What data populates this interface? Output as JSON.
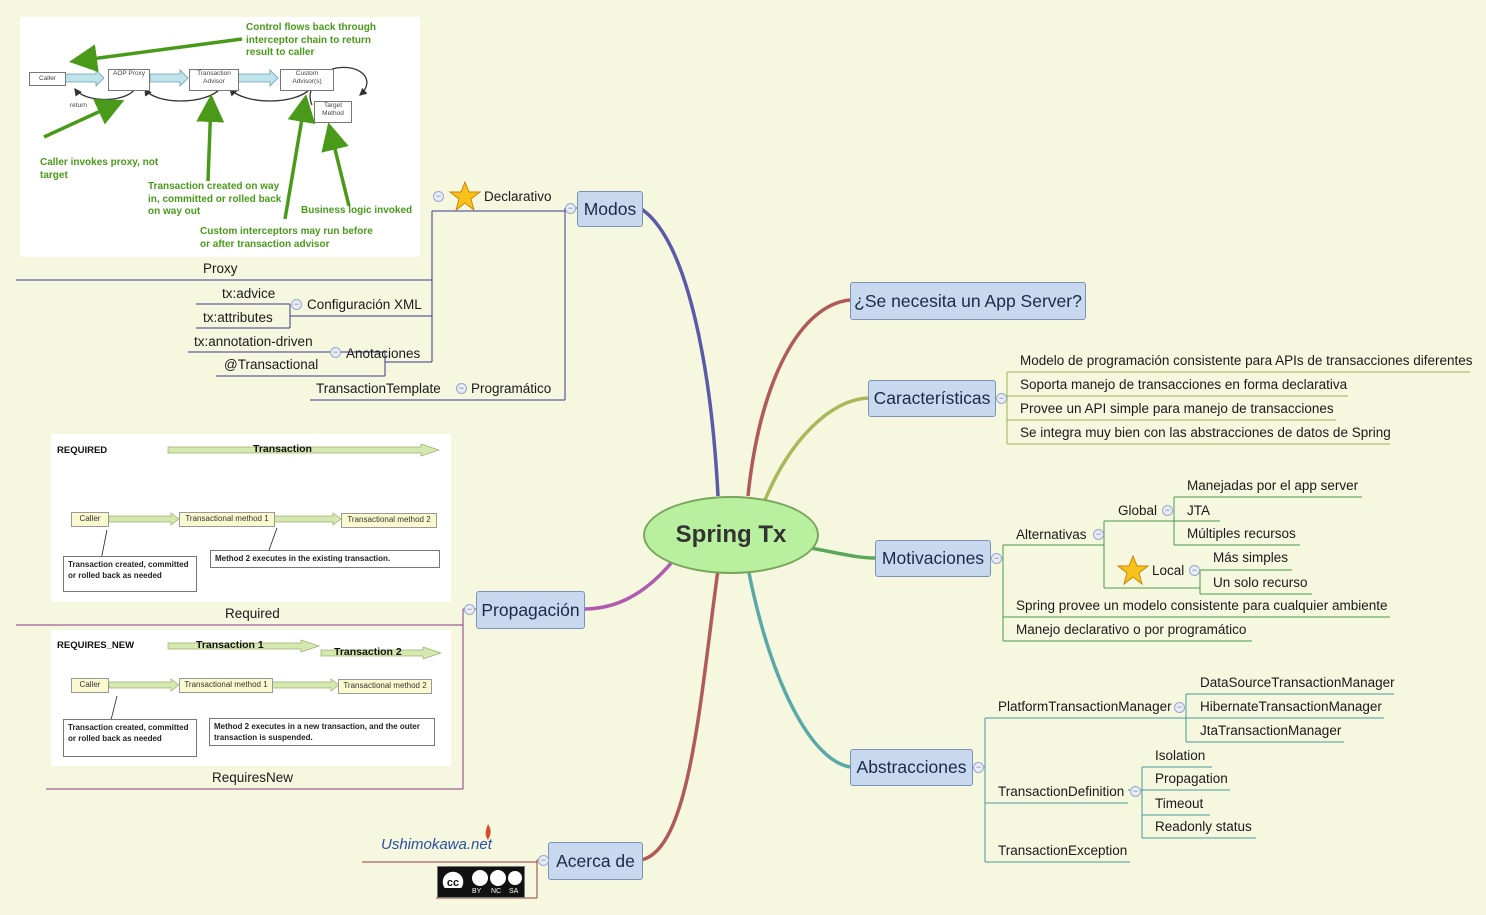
{
  "central": "Spring Tx",
  "colors": {
    "background": "#f5f7df",
    "node_fill": "#c8d8ee",
    "node_border": "#7e92b8",
    "central_fill": "#b8f0a0",
    "annotation_green": "#4a9a1a"
  },
  "modos": {
    "label": "Modos",
    "declarativo": {
      "label": "Declarativo",
      "icon": "star-icon",
      "proxy": {
        "label": "Proxy",
        "diagram": {
          "boxes": {
            "caller": "Caller",
            "aop_proxy": "AOP Proxy",
            "tx_advisor": "Transaction Advisor",
            "custom_advisor": "Custom Advisor(s)",
            "target_method": "Target Method"
          },
          "return_label": "return",
          "annotations": {
            "control_flows": "Control flows back through interceptor chain to return result to caller",
            "caller_invokes": "Caller invokes proxy, not target",
            "tx_created": "Transaction created on way in, committed or rolled back on way out",
            "business_logic": "Business logic invoked",
            "custom_interceptors": "Custom interceptors may run before or after transaction advisor"
          }
        }
      },
      "config_xml": {
        "label": "Configuración XML",
        "children": [
          "tx:advice",
          "tx:attributes"
        ]
      },
      "anotaciones": {
        "label": "Anotaciones",
        "children": [
          "tx:annotation-driven",
          "@Transactional"
        ]
      }
    },
    "programatico": {
      "label": "Programático",
      "children": [
        "TransactionTemplate"
      ]
    }
  },
  "propagacion": {
    "label": "Propagación",
    "required": {
      "label": "Required",
      "diagram": {
        "title": "REQUIRED",
        "tx_label": "Transaction",
        "caller": "Caller",
        "method1": "Transactional method 1",
        "method2": "Transactional method 2",
        "note_left": "Transaction created, committed or rolled back as needed",
        "note_right": "Method 2 executes in the existing transaction."
      }
    },
    "requires_new": {
      "label": "RequiresNew",
      "diagram": {
        "title": "REQUIRES_NEW",
        "tx1_label": "Transaction 1",
        "tx2_label": "Transaction 2",
        "caller": "Caller",
        "method1": "Transactional method 1",
        "method2": "Transactional method 2",
        "note_left": "Transaction created, committed or rolled back as needed",
        "note_right": "Method 2 executes in a new transaction, and the outer transaction is suspended."
      }
    }
  },
  "acerca": {
    "label": "Acerca de",
    "logo": "Ushimokawa.net",
    "license_icon": "cc-by-nc-sa-icon",
    "license_labels": [
      "BY",
      "NC",
      "SA"
    ]
  },
  "app_server": {
    "label": "¿Se necesita un App Server?"
  },
  "caracteristicas": {
    "label": "Características",
    "items": [
      "Modelo de programación consistente para APIs de transacciones diferentes",
      "Soporta manejo de transacciones en forma declarativa",
      "Provee un API simple para manejo de transacciones",
      "Se integra muy bien con las abstracciones de datos de Spring"
    ]
  },
  "motivaciones": {
    "label": "Motivaciones",
    "alternativas": {
      "label": "Alternativas",
      "global": {
        "label": "Global",
        "children": [
          "Manejadas por el app server",
          "JTA",
          "Múltiples recursos"
        ]
      },
      "local": {
        "label": "Local",
        "icon": "star-icon",
        "children": [
          "Más simples",
          "Un solo recurso"
        ]
      }
    },
    "items": [
      "Spring provee un modelo consistente para cualquier ambiente",
      "Manejo declarativo o por programático"
    ]
  },
  "abstracciones": {
    "label": "Abstracciones",
    "ptm": {
      "label": "PlatformTransactionManager",
      "children": [
        "DataSourceTransactionManager",
        "HibernateTransactionManager",
        "JtaTransactionManager"
      ]
    },
    "tdef": {
      "label": "TransactionDefinition",
      "children": [
        "Isolation",
        "Propagation",
        "Timeout",
        "Readonly status"
      ]
    },
    "texc": {
      "label": "TransactionException"
    }
  }
}
